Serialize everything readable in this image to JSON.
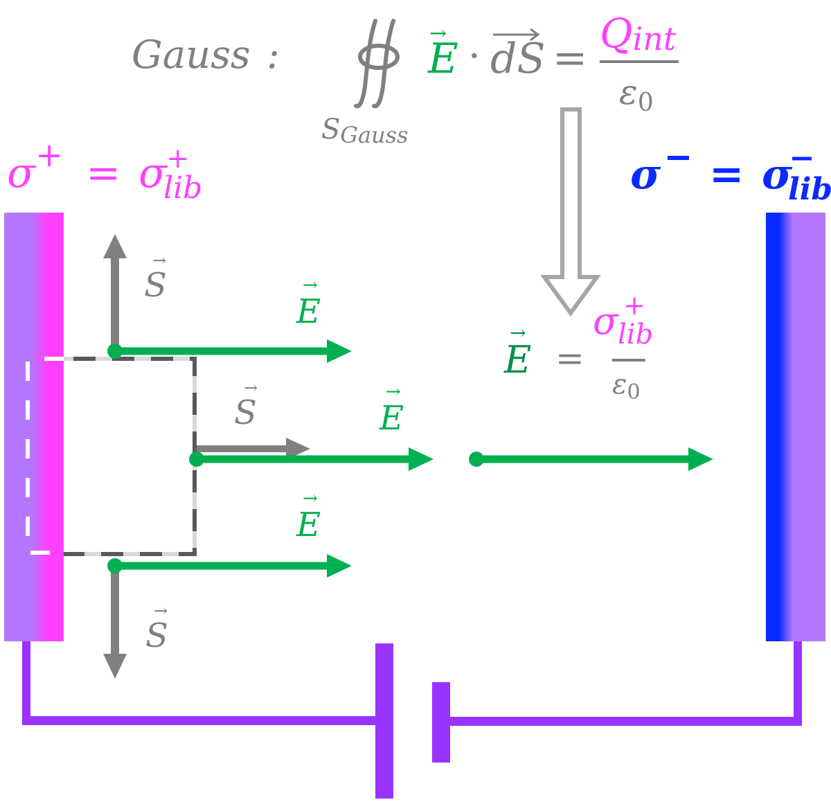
{
  "colors": {
    "gray": "#808080",
    "light_gray": "#a6a6a6",
    "dash_dark": "#595959",
    "dash_light": "#d9d9d9",
    "green": "#00b050",
    "dark_green": "#00904a",
    "magenta": "#ff40ff",
    "blue": "#0033ff",
    "plate_violet": "#b377ff",
    "wire_purple": "#9933ff"
  },
  "gauss_law": {
    "label": "Gauss",
    "colon": ":",
    "integral_symbol": "∯",
    "surface": "S",
    "surface_sub": "Gauss",
    "field": "E",
    "dot": "·",
    "dS": "dS",
    "equals": "=",
    "numerator": "Q",
    "numerator_sub": "int",
    "denominator": "ε",
    "denominator_sub": "0"
  },
  "left_plate": {
    "sigma": "σ",
    "sign": "+",
    "equals": "=",
    "rhs": "σ",
    "rhs_sub": "lib",
    "rhs_sup": "+"
  },
  "right_plate": {
    "sigma": "σ",
    "sign": "−",
    "equals": "=",
    "rhs": "σ",
    "rhs_sub": "lib",
    "rhs_sup": "−"
  },
  "result": {
    "lhs": "E",
    "equals": "=",
    "numerator": "σ",
    "numerator_sub": "lib",
    "numerator_sup": "+",
    "denominator": "ε",
    "denominator_sub": "0"
  },
  "vectors": {
    "surface_label": "S",
    "field_label": "E",
    "arrow_accent": "→"
  }
}
